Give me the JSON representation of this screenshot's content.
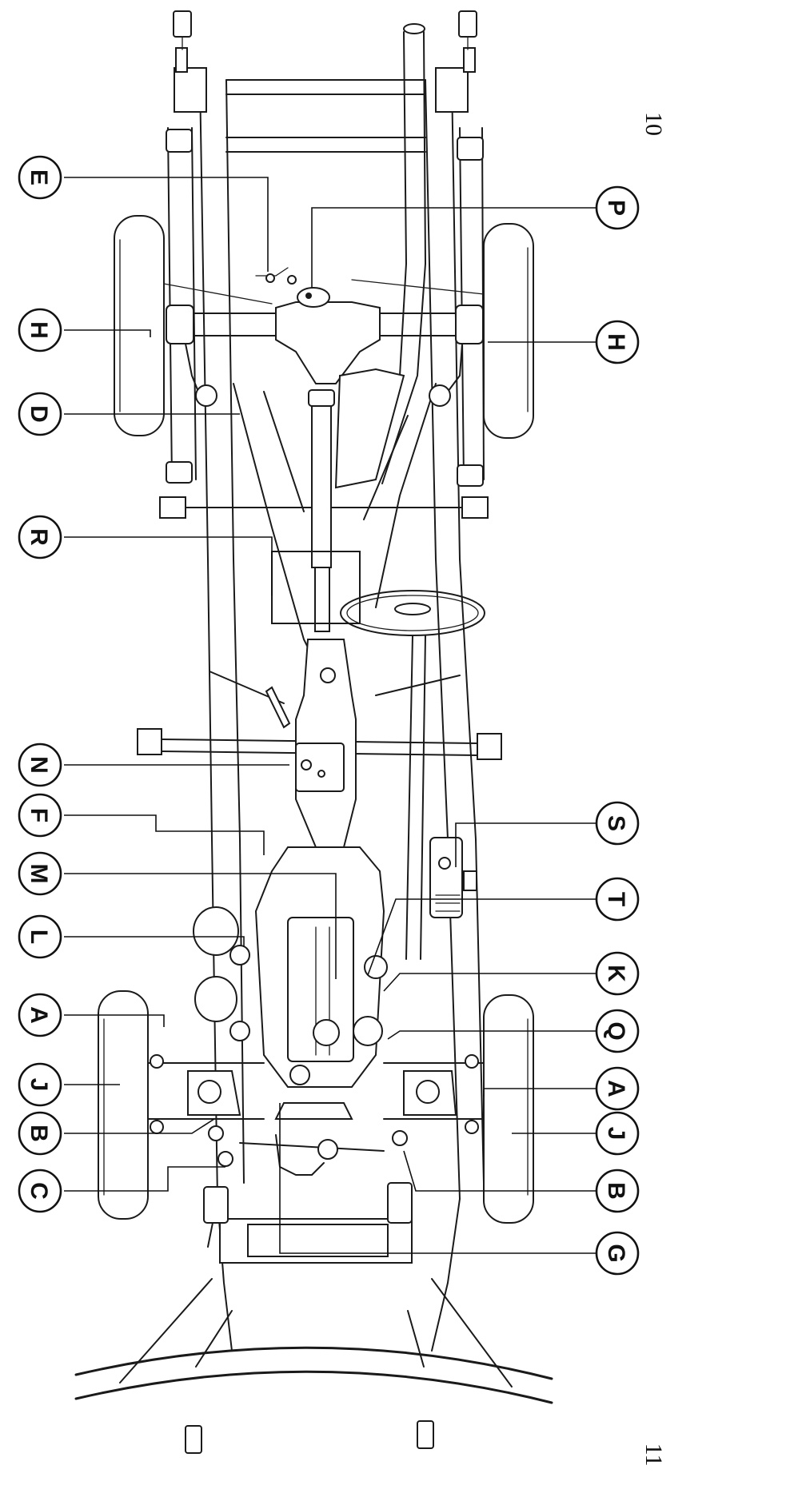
{
  "page": {
    "number_left": "11",
    "number_right": "10"
  },
  "callouts": [
    {
      "id": "c-top-E",
      "label": "E"
    },
    {
      "id": "c-top-H",
      "label": "H"
    },
    {
      "id": "c-top-D",
      "label": "D"
    },
    {
      "id": "c-top-R",
      "label": "R"
    },
    {
      "id": "c-top-N",
      "label": "N"
    },
    {
      "id": "c-top-F",
      "label": "F"
    },
    {
      "id": "c-top-M",
      "label": "M"
    },
    {
      "id": "c-top-L",
      "label": "L"
    },
    {
      "id": "c-top-A",
      "label": "A"
    },
    {
      "id": "c-top-J",
      "label": "J"
    },
    {
      "id": "c-top-B",
      "label": "B"
    },
    {
      "id": "c-top-C",
      "label": "C"
    },
    {
      "id": "c-bot-P",
      "label": "P"
    },
    {
      "id": "c-bot-H",
      "label": "H"
    },
    {
      "id": "c-bot-S",
      "label": "S"
    },
    {
      "id": "c-bot-T",
      "label": "T"
    },
    {
      "id": "c-bot-K",
      "label": "K"
    },
    {
      "id": "c-bot-Q",
      "label": "Q"
    },
    {
      "id": "c-bot-A",
      "label": "A"
    },
    {
      "id": "c-bot-J",
      "label": "J"
    },
    {
      "id": "c-bot-B",
      "label": "B"
    },
    {
      "id": "c-bot-G",
      "label": "G"
    }
  ]
}
